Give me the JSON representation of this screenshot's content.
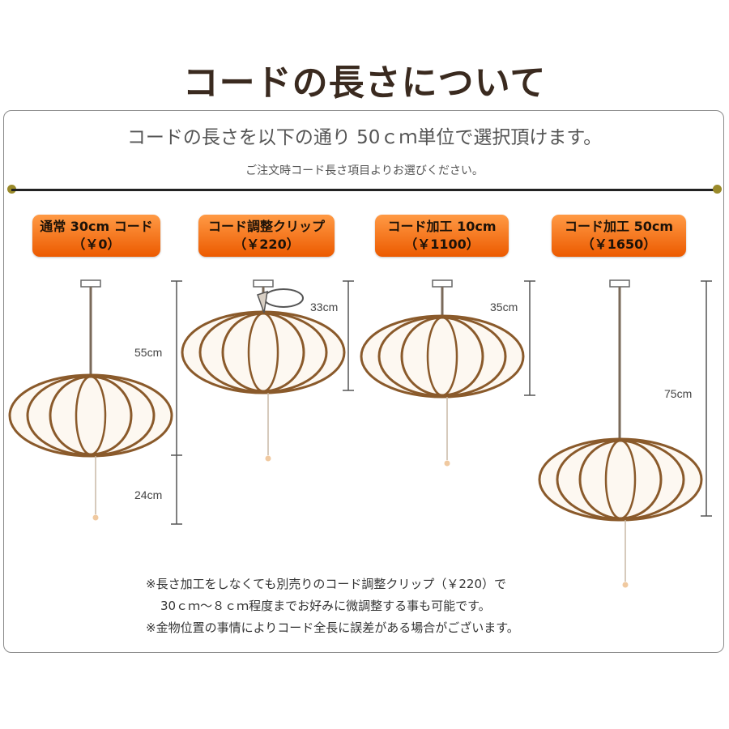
{
  "title": "コードの長さについて",
  "subtitle": "コードの長さを以下の通り 50ｃｍ単位で選択頂けます。",
  "order_note": "ご注文時コード長さ項目よりお選びください。",
  "options": [
    {
      "name": "通常 30cm コード",
      "price": "（￥0）"
    },
    {
      "name": "コード調整クリップ",
      "price": "（￥220）"
    },
    {
      "name": "コード加工 10cm",
      "price": "（￥1100）"
    },
    {
      "name": "コード加工 50cm",
      "price": "（￥1650）"
    }
  ],
  "dimensions": {
    "standard_upper": "55cm",
    "standard_lower": "24cm",
    "clip": "33cm",
    "cord_10": "35cm",
    "cord_50": "75cm"
  },
  "footnotes": [
    "※長さ加工をしなくても別売りのコード調整クリップ（￥220）で",
    "30ｃｍ～８ｃｍ程度までお好みに微調整する事も可能です。",
    "※金物位置の事情によりコード全長に誤差がある場合がございます。"
  ],
  "colors": {
    "badge_top": "#ff9a45",
    "badge_bottom": "#ec5a00",
    "lamp_frame": "#8a5a2b",
    "lamp_paper": "#fdf8f1",
    "rule_dot": "#9a8a2a"
  },
  "icons": [
    "pendant-lamp-icon",
    "cord-clip-icon"
  ]
}
